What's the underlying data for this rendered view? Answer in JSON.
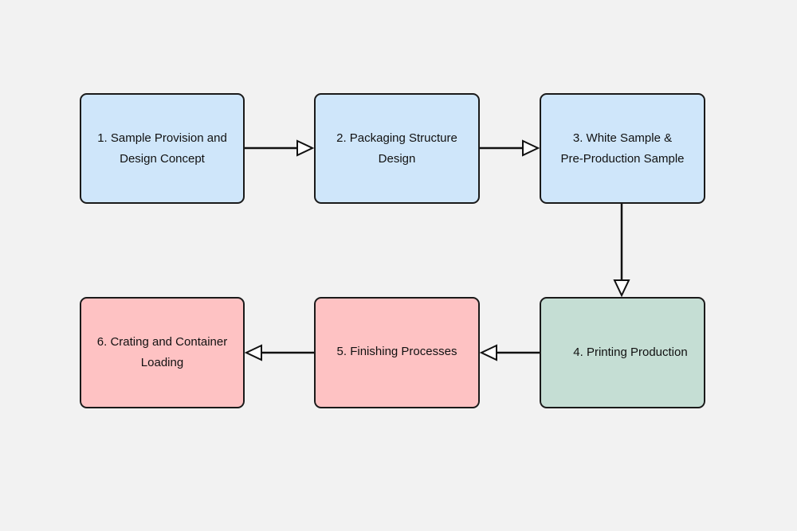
{
  "diagram": {
    "steps": [
      {
        "id": "step-1",
        "label": "1. Sample Provision and\nDesign Concept",
        "color": "#cfe6fa"
      },
      {
        "id": "step-2",
        "label": "2.  Packaging Structure\nDesign",
        "color": "#cfe6fa"
      },
      {
        "id": "step-3",
        "label": "3.   White Sample &\nPre-Production Sample",
        "color": "#cfe6fa"
      },
      {
        "id": "step-4",
        "label": "4. Printing Production",
        "color": "#c5ded4"
      },
      {
        "id": "step-5",
        "label": "5. Finishing Processes",
        "color": "#fec2c3"
      },
      {
        "id": "step-6",
        "label": "6. Crating and Container\nLoading",
        "color": "#fec2c3"
      }
    ],
    "connections": [
      {
        "from": "step-1",
        "to": "step-2"
      },
      {
        "from": "step-2",
        "to": "step-3"
      },
      {
        "from": "step-3",
        "to": "step-4"
      },
      {
        "from": "step-4",
        "to": "step-5"
      },
      {
        "from": "step-5",
        "to": "step-6"
      }
    ],
    "colors": {
      "background": "#f2f2f2",
      "border": "#1a1a1a",
      "arrow": "#111111"
    }
  }
}
